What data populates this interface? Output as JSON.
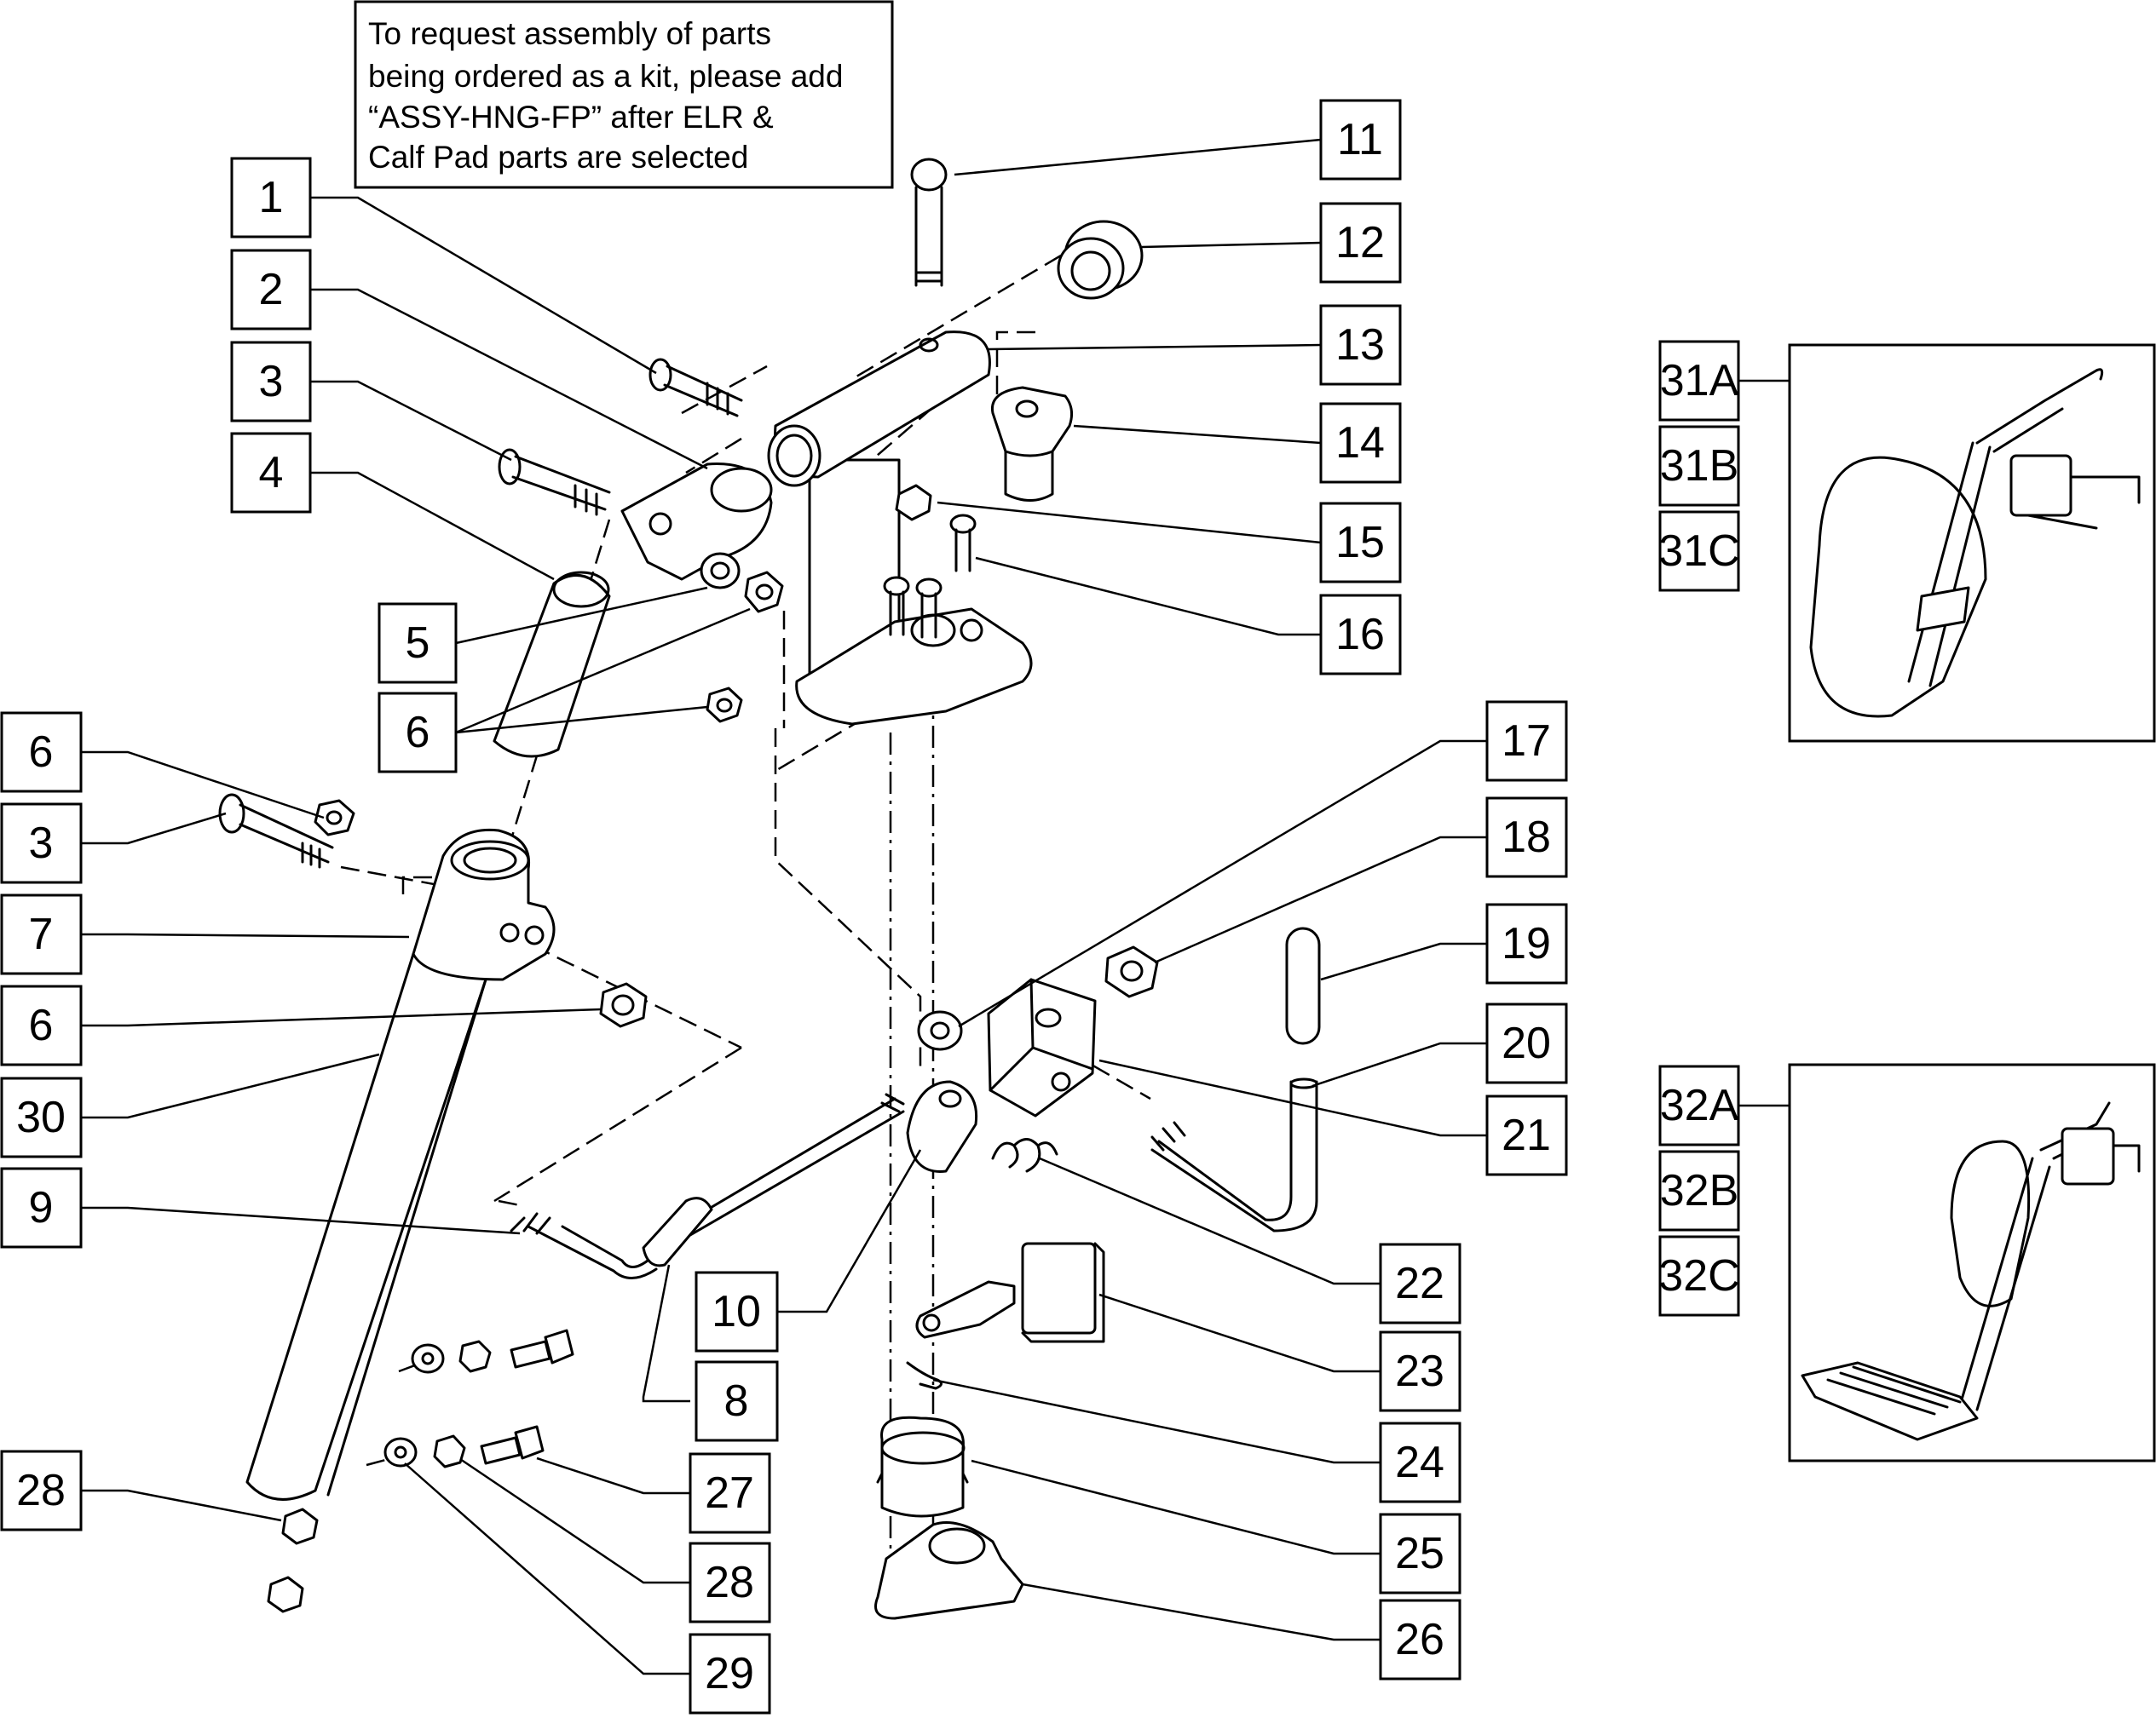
{
  "note": {
    "lines": [
      "To request assembly of parts",
      "being ordered as a kit, please add",
      "“ASSY-HNG-FP” after ELR &",
      "Calf Pad parts are selected"
    ]
  },
  "callouts": [
    "1",
    "2",
    "3",
    "4",
    "5",
    "6",
    "6",
    "3",
    "7",
    "6",
    "30",
    "9",
    "28",
    "11",
    "12",
    "13",
    "14",
    "15",
    "16",
    "17",
    "18",
    "19",
    "20",
    "21",
    "22",
    "23",
    "24",
    "25",
    "26",
    "27",
    "28",
    "29",
    "10",
    "8"
  ],
  "insets": {
    "group1": [
      "31A",
      "31B",
      "31C"
    ],
    "group2": [
      "32A",
      "32B",
      "32C"
    ]
  }
}
